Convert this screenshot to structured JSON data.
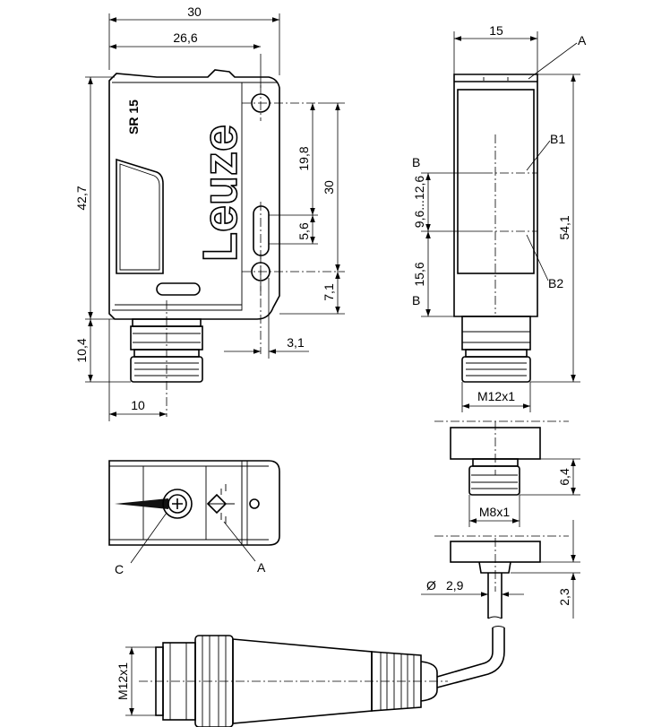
{
  "dimensions": {
    "width_30": "30",
    "width_26_6": "26,6",
    "height_42_7": "42,7",
    "height_10_4": "10,4",
    "offset_10": "10",
    "hole_19_8": "19,8",
    "hole_30": "30",
    "slot_5_6": "5,6",
    "hole_7_1": "7,1",
    "edge_3_1": "3,1",
    "depth_15": "15",
    "height_54_1": "54,1",
    "range_9_6_12_6": "9,6...12,6",
    "range_15_6": "15,6",
    "conn_m12": "M12x1",
    "conn_m8": "M8x1",
    "len_6_4": "6,4",
    "dia_2_9": "2,9",
    "len_2_3": "2,3",
    "cable_m12": "M12x1"
  },
  "labels": {
    "A_top": "A",
    "B1": "B1",
    "B2": "B2",
    "B_upper": "B",
    "B_lower": "B",
    "C": "C",
    "A_bottom": "A",
    "diameter_symbol": "Ø"
  },
  "product": {
    "brand": "Leuze",
    "model": "SR 15"
  }
}
